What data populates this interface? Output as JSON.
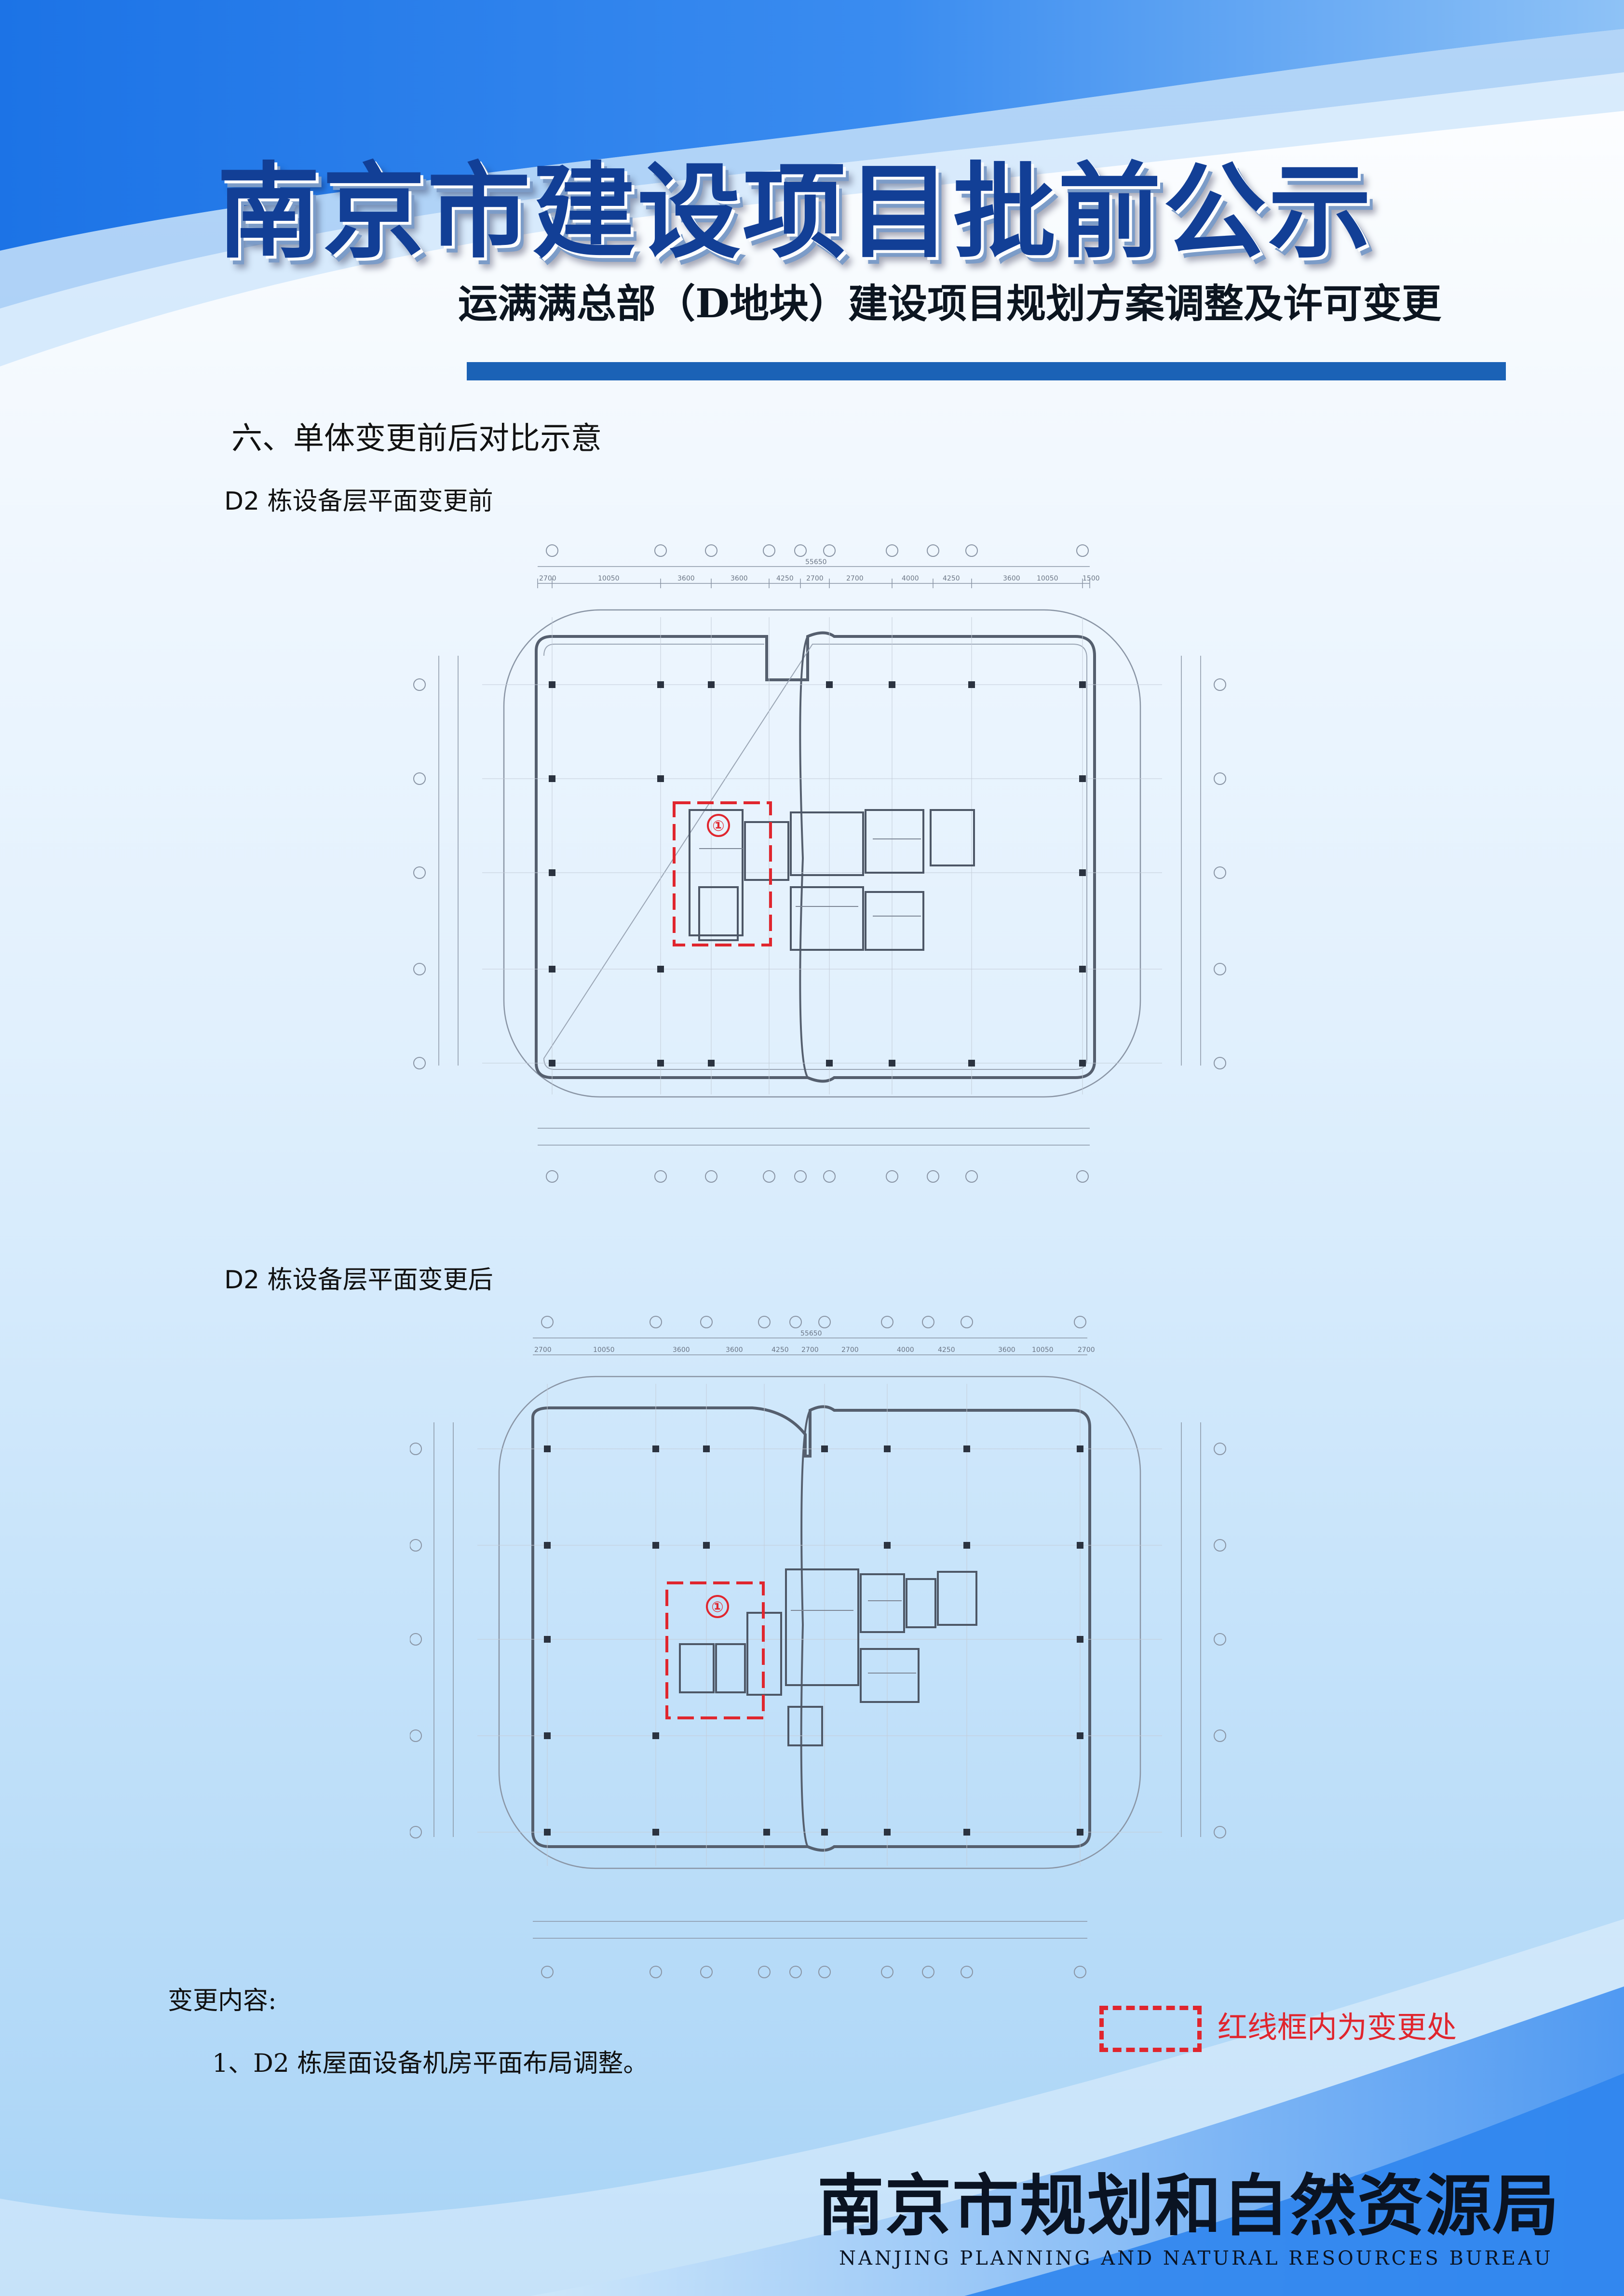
{
  "header": {
    "title": "南京市建设项目批前公示",
    "subtitle": "运满满总部（D地块）建设项目规划方案调整及许可变更"
  },
  "section": {
    "heading": "六、单体变更前后对比示意"
  },
  "plans": {
    "before_caption": "D2 栋设备层平面变更前",
    "after_caption": "D2 栋设备层平面变更后",
    "change_marker": "①",
    "before_dims_top": [
      "2700",
      "10050",
      "3600",
      "3600",
      "4250",
      "2700",
      "2700",
      "4000",
      "4250",
      "3600",
      "10050",
      "1500"
    ],
    "after_dims_top": [
      "2700",
      "10050",
      "3600",
      "3600",
      "4250",
      "2700",
      "2700",
      "4000",
      "4250",
      "3600",
      "10050",
      "2700"
    ],
    "total_dim": "55650"
  },
  "changes": {
    "title": "变更内容:",
    "items": [
      "1、D2 栋屋面设备机房平面布局调整。"
    ]
  },
  "legend": {
    "text": "红线框内为变更处"
  },
  "footer": {
    "org_cn": "南京市规划和自然资源局",
    "org_en": "NANJING PLANNING AND NATURAL RESOURCES BUREAU"
  },
  "colors": {
    "accent_blue": "#1b62b6",
    "title_blue": "#123f96",
    "highlight_red": "#e0262e"
  }
}
